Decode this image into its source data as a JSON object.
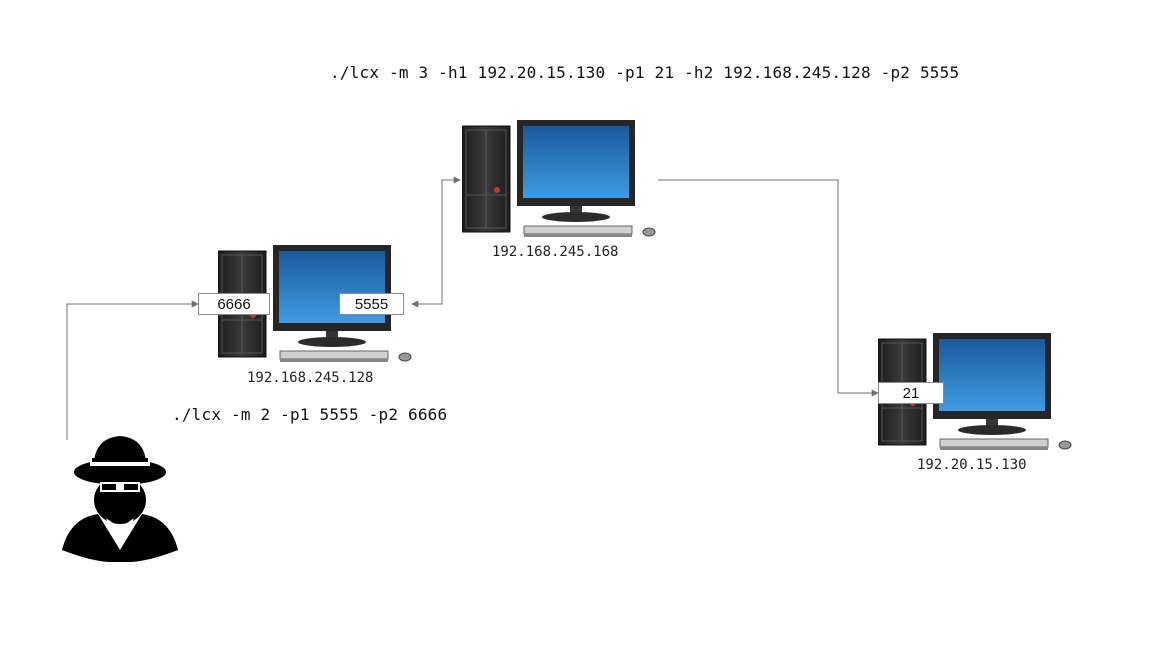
{
  "commands": {
    "top": "./lcx -m 3 -h1 192.20.15.130 -p1 21 -h2 192.168.245.128 -p2 5555",
    "middle": "./lcx -m 2 -p1 5555 -p2 6666"
  },
  "hosts": {
    "relay_a": {
      "ip": "192.168.245.128",
      "ports": {
        "in": "6666",
        "out": "5555"
      }
    },
    "relay_b": {
      "ip": "192.168.245.168"
    },
    "target": {
      "ip": "192.20.15.130",
      "port": "21"
    }
  },
  "icons": {
    "attacker": "hacker-icon",
    "computer": "desktop-computer-icon"
  },
  "colors": {
    "screen_top": "#1f5f9e",
    "screen_bottom": "#4aa3e8",
    "bezel": "#262626",
    "wire": "#707070"
  }
}
